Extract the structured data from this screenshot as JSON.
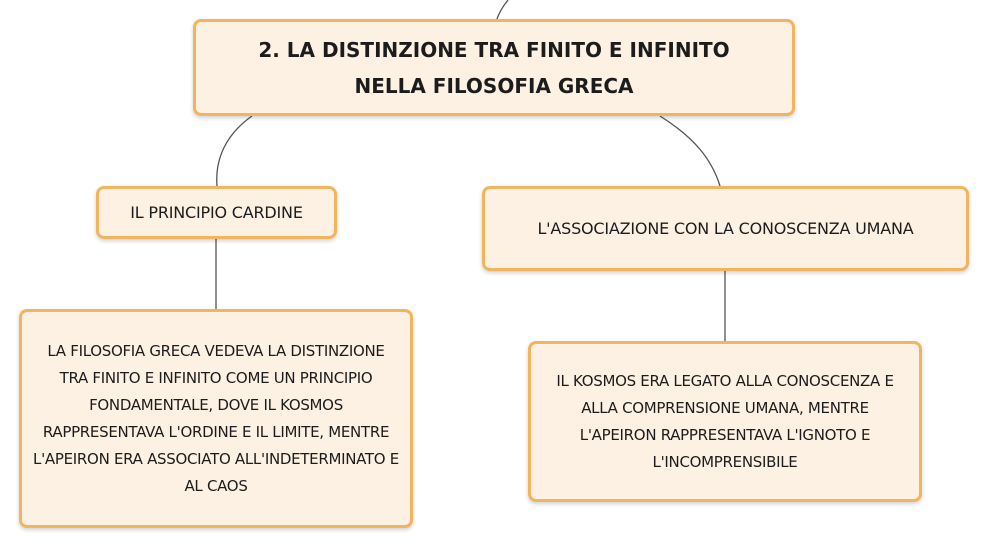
{
  "map": {
    "title": "2. LA DISTINZIONE TRA FINITO E INFINITO NELLA FILOSOFIA GRECA",
    "branches": [
      {
        "label": "IL PRINCIPIO CARDINE",
        "detail": "LA FILOSOFIA GRECA VEDEVA LA DISTINZIONE TRA FINITO E INFINITO COME UN PRINCIPIO FONDAMENTALE, DOVE IL KOSMOS RAPPRESENTAVA L'ORDINE E IL LIMITE, MENTRE L'APEIRON ERA ASSOCIATO ALL'INDETERMINATO E AL CAOS"
      },
      {
        "label": "L'ASSOCIAZIONE CON LA CONOSCENZA UMANA",
        "detail": "IL KOSMOS ERA LEGATO ALLA CONOSCENZA E ALLA COMPRENSIONE UMANA, MENTRE L'APEIRON RAPPRESENTAVA L'IGNOTO E L'INCOMPRENSIBILE"
      }
    ]
  },
  "colors": {
    "node_fill": "#fdf1e4",
    "node_border": "#f2b45f",
    "connector": "#555555"
  }
}
